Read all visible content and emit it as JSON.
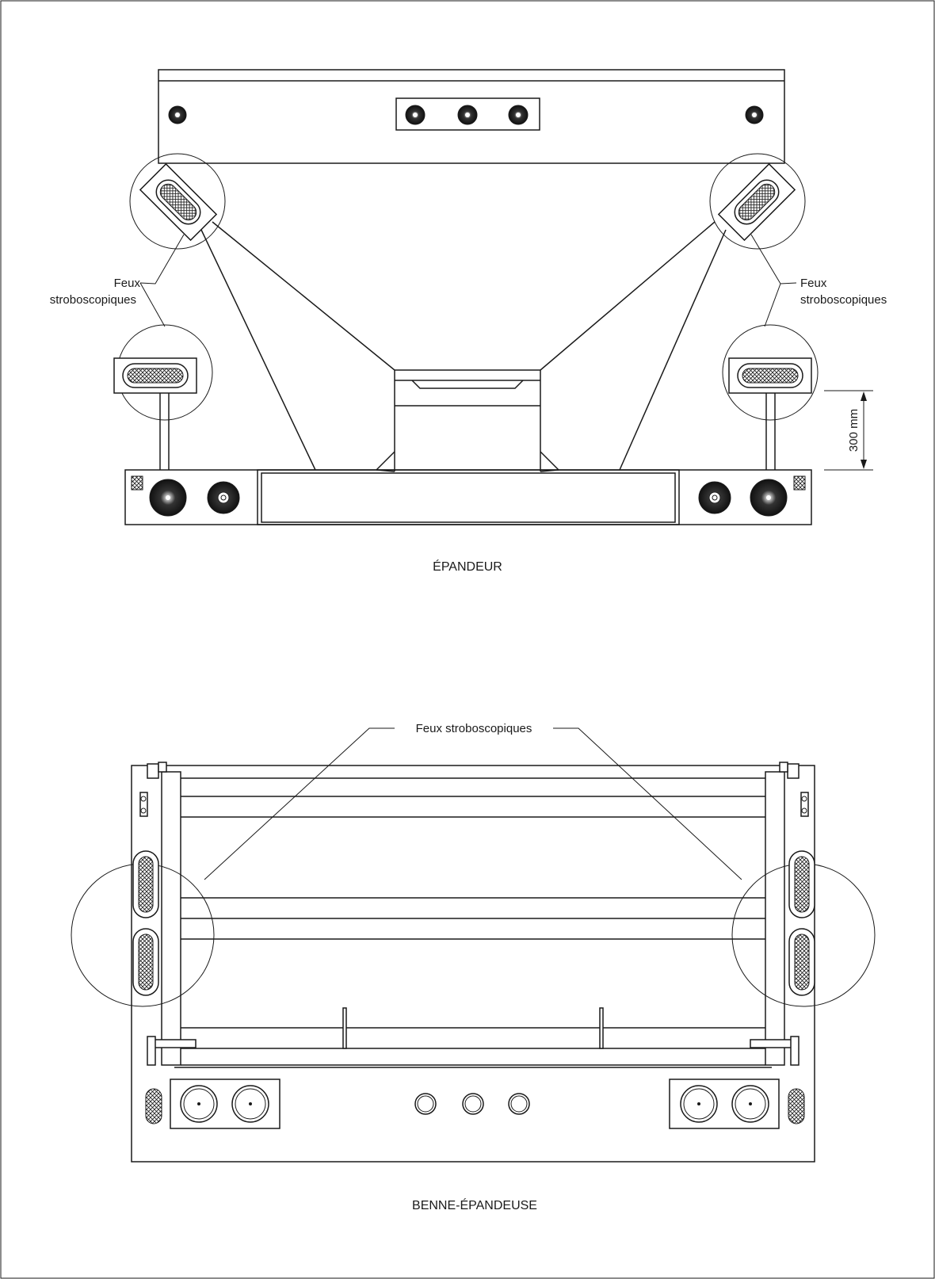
{
  "diagram_top": {
    "caption": "ÉPANDEUR",
    "label_left_line1": "Feux",
    "label_left_line2": "stroboscopiques",
    "label_right_line1": "Feux",
    "label_right_line2": "stroboscopiques",
    "dimension": "300 mm"
  },
  "diagram_bottom": {
    "caption": "BENNE-ÉPANDEUSE",
    "label": "Feux stroboscopiques"
  }
}
